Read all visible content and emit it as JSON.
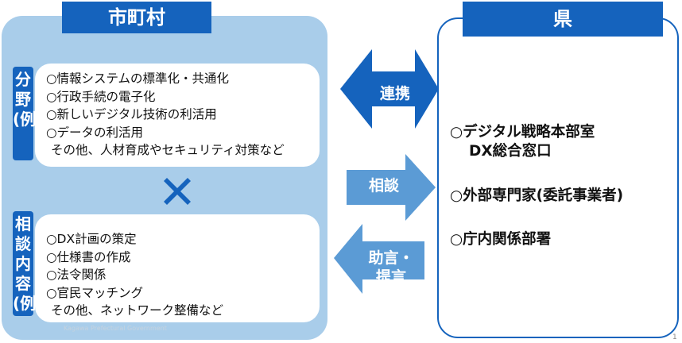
{
  "left": {
    "title": "市町村",
    "label_fields": "分野(例)",
    "label_consult": "相談内容(例)",
    "fields": [
      "○情報システムの標準化・共通化",
      "○行政手続の電子化",
      "○新しいデジタル技術の利活用",
      "○データの利活用",
      "その他、人材育成やセキュリティ対策など"
    ],
    "consult": [
      "○DX計画の策定",
      "○仕様書の作成",
      "○法令関係",
      "○官民マッチング",
      "その他、ネットワーク整備など"
    ]
  },
  "right": {
    "title": "県",
    "items": [
      "○デジタル戦略本部室",
      "DX総合窓口",
      "○外部専門家(委託事業者)",
      "○庁内関係部署"
    ]
  },
  "arrows": {
    "renkei": "連携",
    "sodan": "相談",
    "jogen_line1": "助言・",
    "jogen_line2": "提言"
  },
  "watermark": "Kagawa Prefectural Government",
  "page_number": "1",
  "colors": {
    "dark_blue": "#1563bd",
    "light_blue_panel": "#a9cdea",
    "arrow_light": "#5b9bd5"
  }
}
